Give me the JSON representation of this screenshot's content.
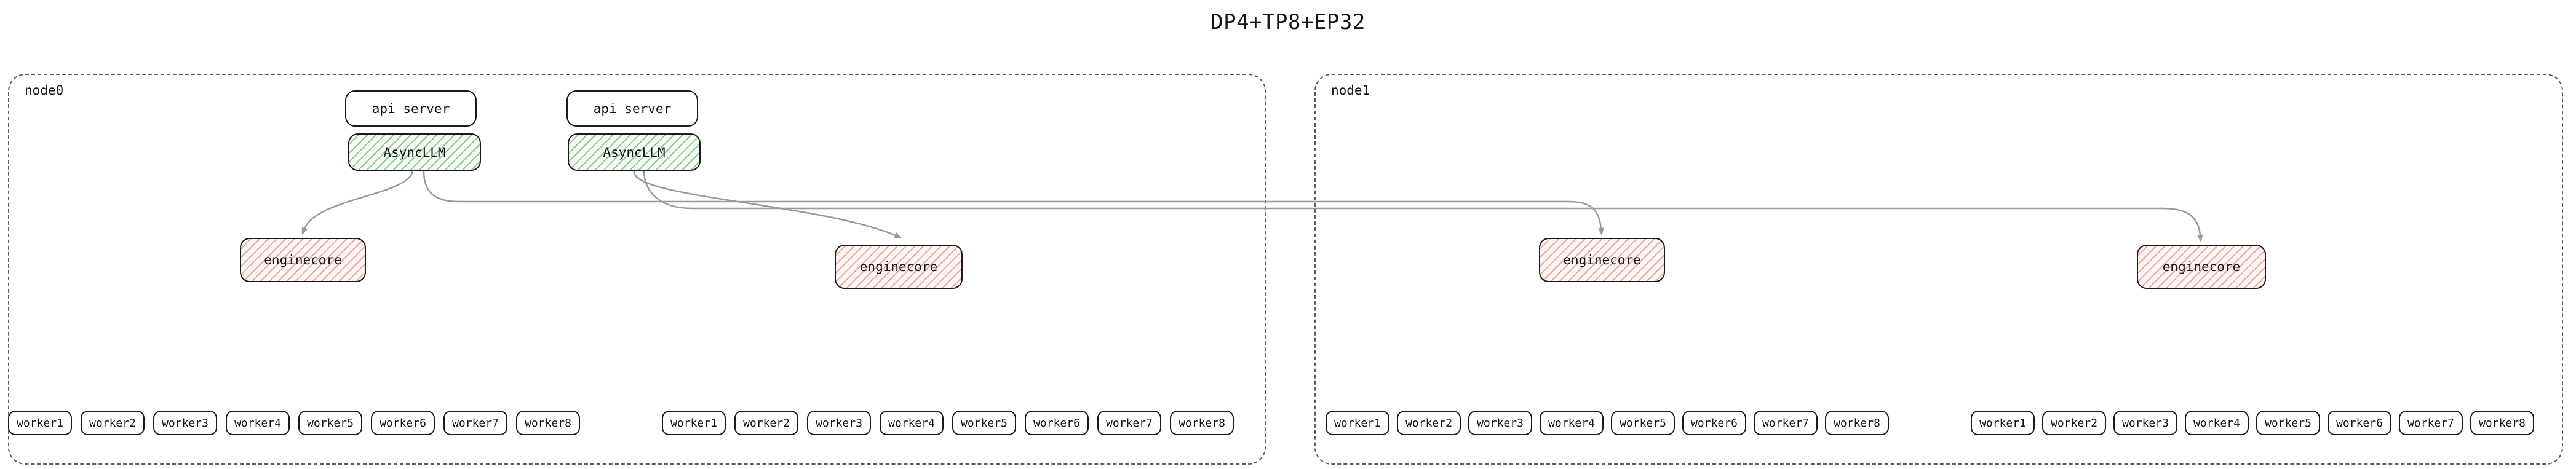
{
  "title": "DP4+TP8+EP32",
  "node0": {
    "label": "node0",
    "pairs": [
      {
        "api_server": "api_server",
        "asyncllm": "AsyncLLM"
      },
      {
        "api_server": "api_server",
        "asyncllm": "AsyncLLM"
      }
    ],
    "enginecores": [
      "enginecore",
      "enginecore"
    ],
    "worker_groups": [
      [
        "worker1",
        "worker2",
        "worker3",
        "worker4",
        "worker5",
        "worker6",
        "worker7",
        "worker8"
      ],
      [
        "worker1",
        "worker2",
        "worker3",
        "worker4",
        "worker5",
        "worker6",
        "worker7",
        "worker8"
      ]
    ]
  },
  "node1": {
    "label": "node1",
    "enginecores": [
      "enginecore",
      "enginecore"
    ],
    "worker_groups": [
      [
        "worker1",
        "worker2",
        "worker3",
        "worker4",
        "worker5",
        "worker6",
        "worker7",
        "worker8"
      ],
      [
        "worker1",
        "worker2",
        "worker3",
        "worker4",
        "worker5",
        "worker6",
        "worker7",
        "worker8"
      ]
    ]
  },
  "colors": {
    "border_color": "#1a1a1a",
    "edge_color": "#999999",
    "asyncllm_hatch": "#8cc98c",
    "asyncllm_bg": "#f6fbf6",
    "enginecore_hatch": "#eaa89f",
    "enginecore_bg": "#fdf6f5"
  }
}
